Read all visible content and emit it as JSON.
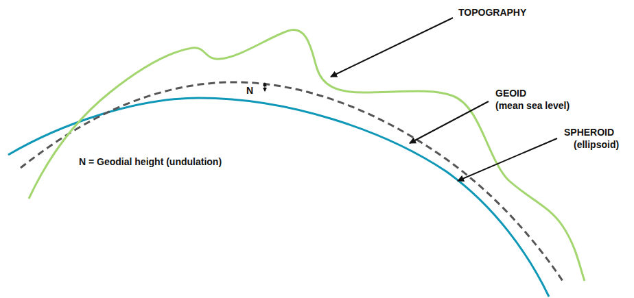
{
  "diagram": {
    "labels": [
      "TOPOGRAPHY",
      "GEOID",
      "(mean sea level)",
      "SPHEROID",
      "(ellipsoid)",
      "N",
      "N = Geodial height (undulation)"
    ]
  }
}
